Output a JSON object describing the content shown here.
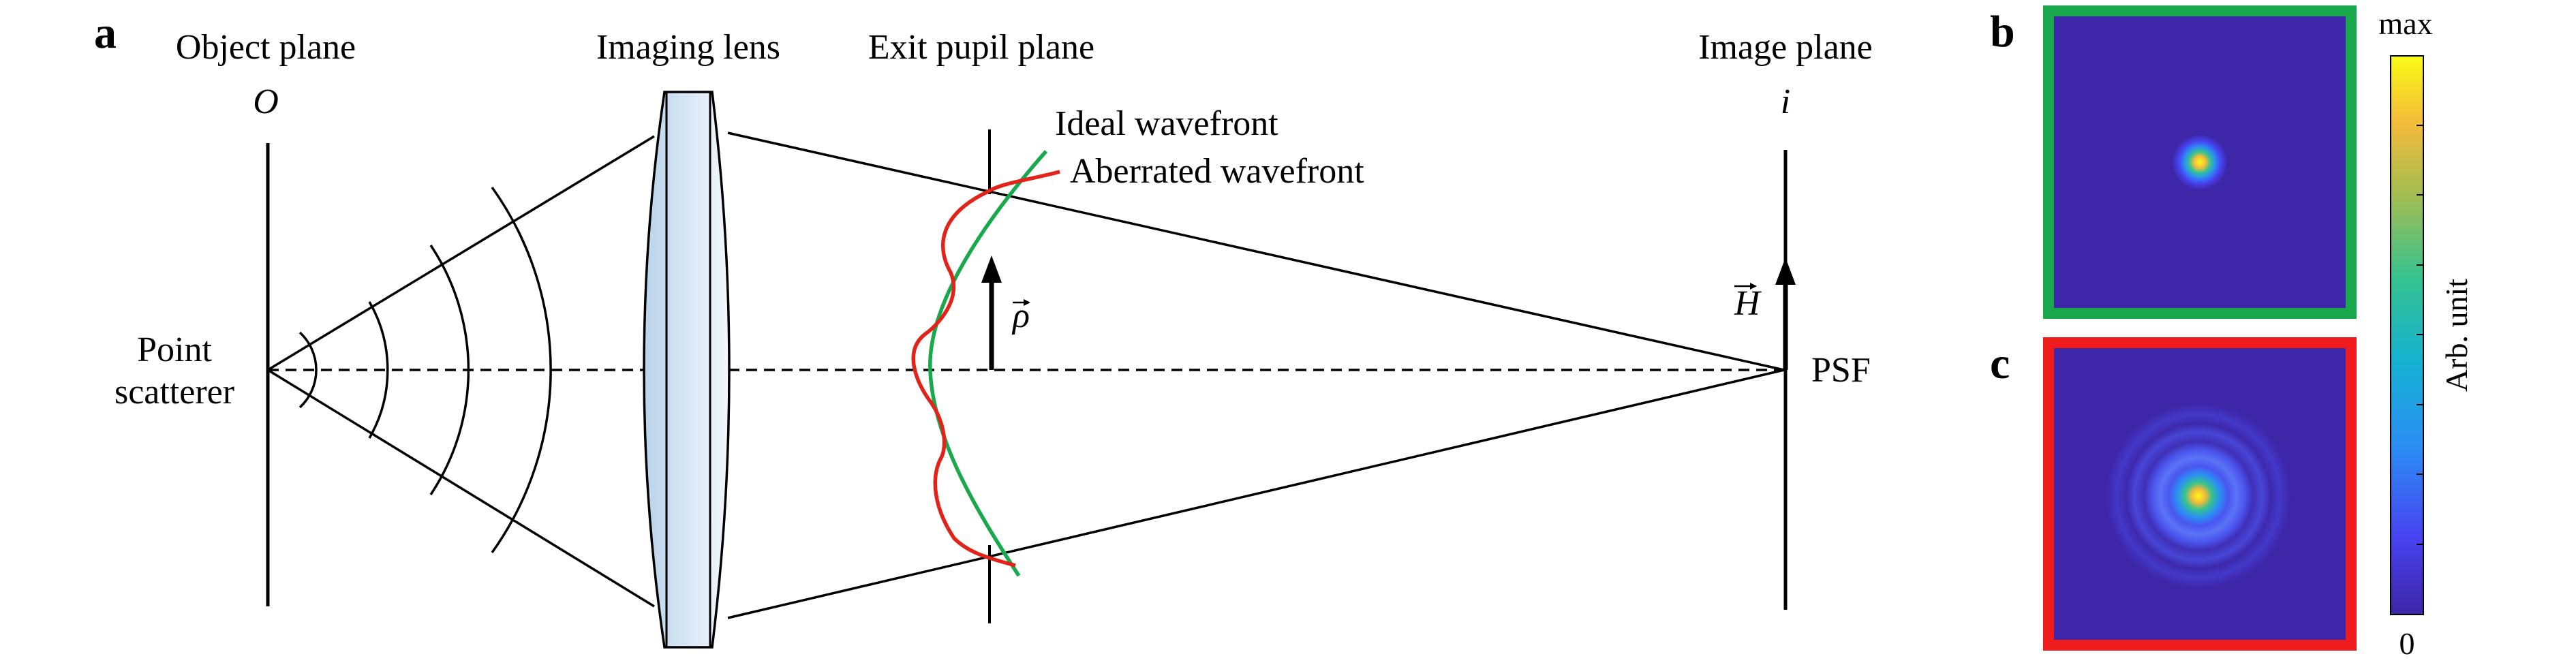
{
  "panels": {
    "a": {
      "letter": "a"
    },
    "b": {
      "letter": "b",
      "frame_color": "#1aa84c"
    },
    "c": {
      "letter": "c",
      "frame_color": "#ee1c1c"
    }
  },
  "labels": {
    "object_plane": "Object plane",
    "object_symbol": "O",
    "imaging_lens": "Imaging lens",
    "exit_pupil_plane": "Exit pupil plane",
    "image_plane": "Image plane",
    "image_symbol": "i",
    "ideal_wavefront": "Ideal wavefront",
    "aberrated_wavefront": "Aberrated wavefront",
    "point_scatterer_line1": "Point",
    "point_scatterer_line2": "scatterer",
    "psf": "PSF",
    "rho_symbol": "ρ",
    "h_symbol": "H"
  },
  "colorbar": {
    "max_label": "max",
    "min_label": "0",
    "axis_label": "Arb. unit",
    "stops": [
      "#3e26a8",
      "#4743f1",
      "#2b8ef3",
      "#15b1d3",
      "#35c290",
      "#a3bd53",
      "#f4bb3a",
      "#f9fb15"
    ]
  },
  "colors": {
    "ideal_wavefront": "#1aa84c",
    "aberrated_wavefront": "#e2231a",
    "psf_background": "#3e26a8",
    "lens_fill_dark": "#b9d3ea",
    "lens_fill_light": "#f2f7fc"
  }
}
